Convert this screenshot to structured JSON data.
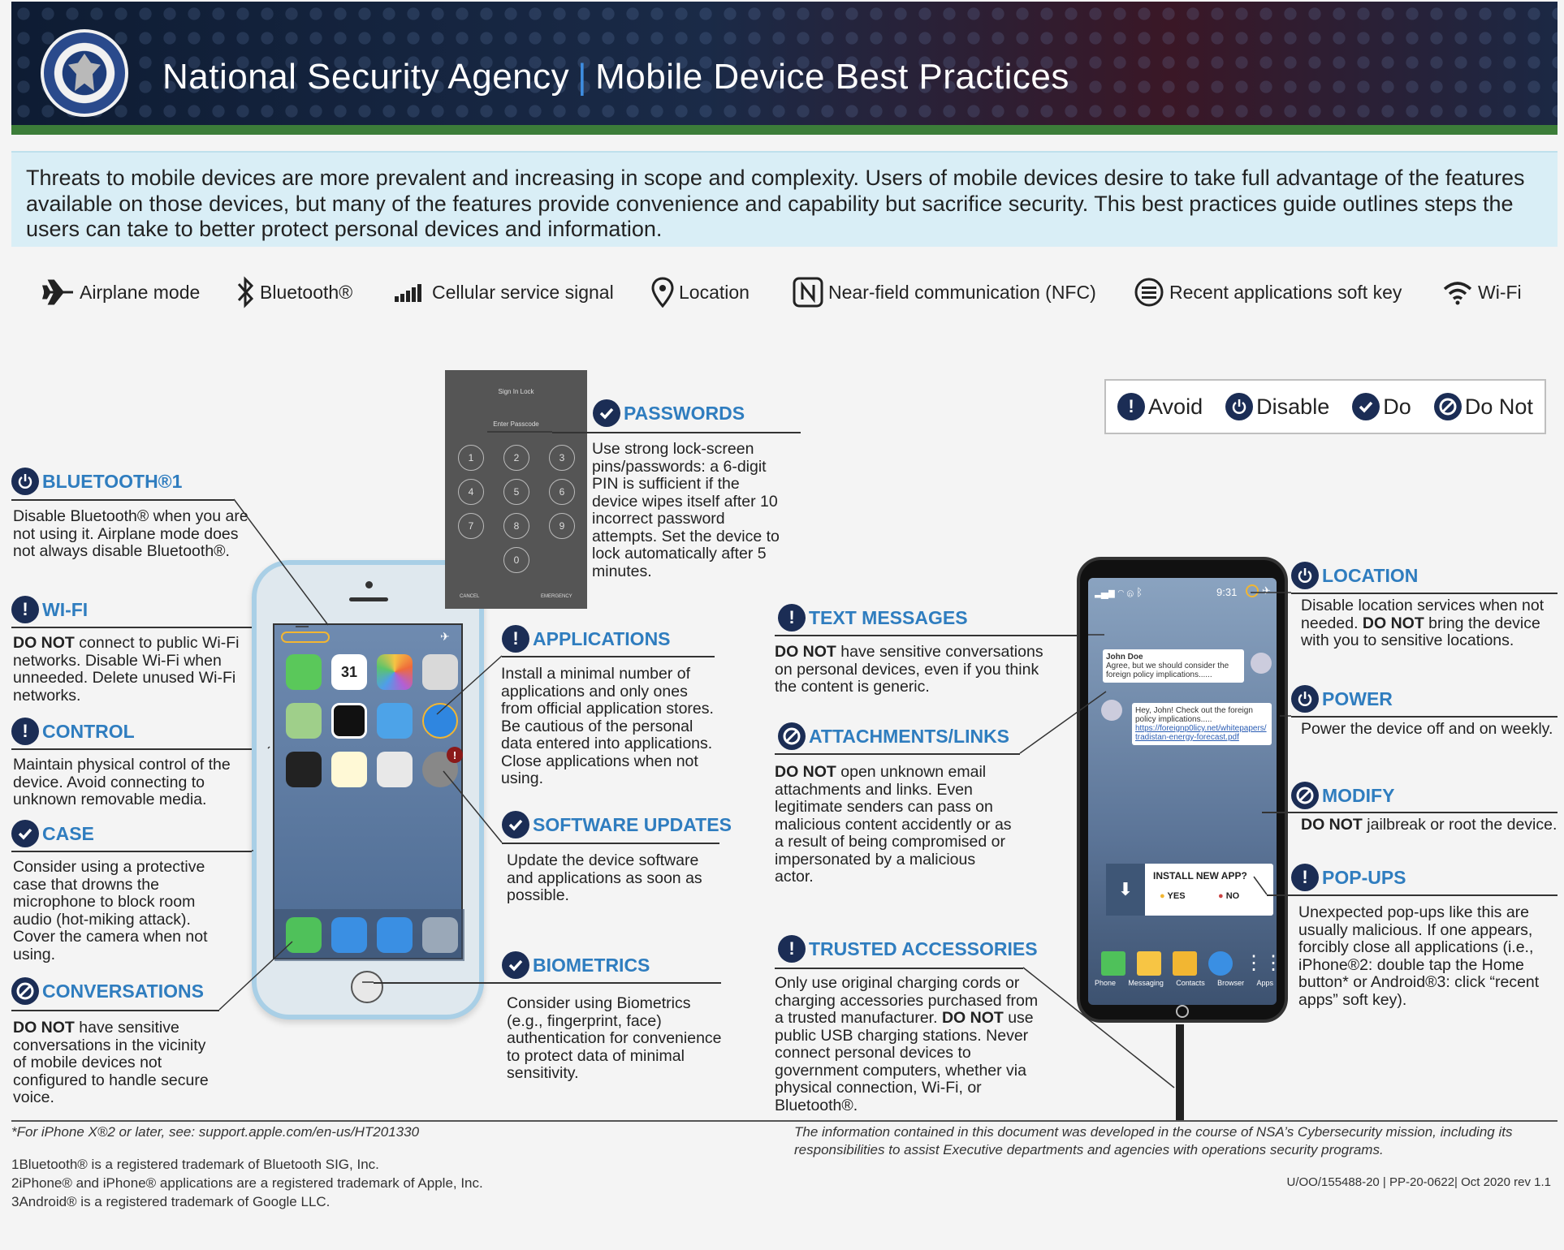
{
  "header": {
    "org": "National Security Agency",
    "separator": "|",
    "title": "Mobile Device Best Practices"
  },
  "intro": "Threats to mobile devices are more prevalent and increasing in scope and complexity. Users of mobile devices desire to take full advantage of the features available on those devices, but many of the features provide convenience and capability but sacrifice security. This best practices guide outlines steps the users can take to better protect personal devices and information.",
  "legend": [
    {
      "icon": "airplane-icon",
      "label": "Airplane mode"
    },
    {
      "icon": "bluetooth-icon",
      "label": "Bluetooth®"
    },
    {
      "icon": "cellular-signal-icon",
      "label": "Cellular service signal"
    },
    {
      "icon": "location-pin-icon",
      "label": "Location"
    },
    {
      "icon": "nfc-icon",
      "label": "Near-field communication (NFC)"
    },
    {
      "icon": "recent-apps-icon",
      "label": "Recent applications soft key"
    },
    {
      "icon": "wifi-icon",
      "label": "Wi-Fi"
    }
  ],
  "key": [
    {
      "icon": "avoid-icon",
      "label": "Avoid"
    },
    {
      "icon": "disable-icon",
      "label": "Disable"
    },
    {
      "icon": "do-icon",
      "label": "Do"
    },
    {
      "icon": "do-not-icon",
      "label": "Do Not"
    }
  ],
  "sections": {
    "bluetooth": {
      "title": "BLUETOOTH®1",
      "body": "Disable Bluetooth® when you are not using it. Airplane mode does not always disable Bluetooth®."
    },
    "wifi": {
      "title": "WI-FI",
      "strong": "DO NOT",
      "body": " connect to public Wi-Fi networks. Disable Wi-Fi when unneeded. Delete unused Wi-Fi networks."
    },
    "control": {
      "title": "CONTROL",
      "body": "Maintain physical control of the device. Avoid connecting to unknown removable media."
    },
    "case": {
      "title": "CASE",
      "body": "Consider using a protective case that drowns the microphone to block room audio (hot-miking attack). Cover the camera when not using."
    },
    "conversations": {
      "title": "CONVERSATIONS",
      "strong": "DO NOT",
      "body": " have sensitive conversations in the vicinity of mobile devices not configured to handle secure voice."
    },
    "passwords": {
      "title": "PASSWORDS",
      "body": "Use strong lock-screen pins/passwords: a 6-digit PIN is sufficient if the device wipes itself after 10 incorrect password attempts. Set the device to lock automatically after 5 minutes."
    },
    "applications": {
      "title": "APPLICATIONS",
      "body": "Install a minimal number of applications and only ones from official application stores. Be cautious of the personal data entered into applications. Close applications when not using."
    },
    "software": {
      "title": "SOFTWARE UPDATES",
      "body": "Update the device software and applications as soon as possible."
    },
    "biometrics": {
      "title": "BIOMETRICS",
      "body": "Consider using Biometrics (e.g., fingerprint, face) authentication for convenience to protect data of minimal sensitivity."
    },
    "text": {
      "title": "TEXT MESSAGES",
      "strong": "DO NOT",
      "body": " have sensitive conversations on personal devices, even if you think the content is generic."
    },
    "attachments": {
      "title": "ATTACHMENTS/LINKS",
      "strong": "DO NOT",
      "body": " open unknown email attachments and links. Even legitimate senders can pass on malicious content accidently or as a result of being compromised or impersonated by a malicious actor."
    },
    "trusted": {
      "title": "TRUSTED ACCESSORIES",
      "body1": "Only use original charging cords or charging accessories purchased from a trusted manufacturer. ",
      "strong": "DO NOT",
      "body2": " use public USB charging stations. Never connect personal devices to government computers, whether via physical connection, Wi-Fi, or Bluetooth®."
    },
    "location": {
      "title": "LOCATION",
      "body1": "Disable location services when not needed. ",
      "strong": "DO NOT",
      "body2": " bring the device with you to sensitive locations."
    },
    "power": {
      "title": "POWER",
      "body": "Power the device off and on weekly."
    },
    "modify": {
      "title": "MODIFY",
      "strong": "DO NOT",
      "body": " jailbreak or root the device."
    },
    "popups": {
      "title": "POP-UPS",
      "body": "Unexpected pop-ups like this are usually malicious. If one appears, forcibly close all applications (i.e., iPhone®2: double tap the Home button* or Android®3: click “recent apps” soft key)."
    }
  },
  "keypad": {
    "title": "Sign In Lock",
    "prompt": "Enter Passcode",
    "keys": [
      "1",
      "2",
      "3",
      "4",
      "5",
      "6",
      "7",
      "8",
      "9",
      "0"
    ],
    "cancel": "CANCEL",
    "emergency": "EMERGENCY"
  },
  "android": {
    "time": "9:31",
    "msg1_name": "John Doe",
    "msg1_text": "Agree, but we should consider the foreign policy implications......",
    "msg2_text": "Hey, John! Check out the foreign policy implications.....",
    "msg2_link": "https://foreignp0licy.net/whitepapers/tradistan-energy-forecast.pdf",
    "popup_title": "INSTALL NEW APP?",
    "popup_yes": "YES",
    "popup_no": "NO",
    "dock": [
      "Phone",
      "Messaging",
      "Contacts",
      "Browser",
      "Apps"
    ]
  },
  "calendar_day": "31",
  "footer": {
    "iphone_note": "*For iPhone X®2 or later, see: support.apple.com/en-us/HT201330",
    "tm1": "1Bluetooth® is a registered trademark of Bluetooth SIG, Inc.",
    "tm2": "2iPhone® and iPhone® applications are a registered trademark of Apple, Inc.",
    "tm3": "3Android® is a registered trademark of Google LLC.",
    "mission": "The information contained in this document was developed in the course of NSA’s Cybersecurity mission, including its responsibilities to assist Executive departments and agencies with operations security programs.",
    "docid": "U/OO/155488-20 | PP-20-0622| Oct 2020 rev 1.1"
  },
  "colors": {
    "heading": "#2f7dbf",
    "badge": "#1b2d55",
    "intro_bg": "#d9eef6",
    "header_green": "#3c7d39"
  }
}
